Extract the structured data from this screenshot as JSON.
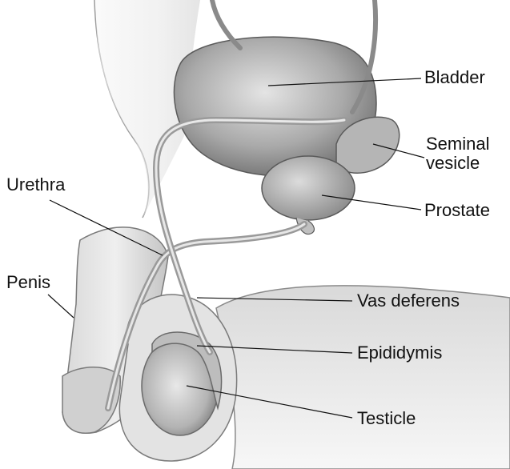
{
  "labels": {
    "bladder": "Bladder",
    "seminal_vesicle_line1": "Seminal",
    "seminal_vesicle_line2": "vesicle",
    "prostate": "Prostate",
    "urethra": "Urethra",
    "penis": "Penis",
    "vas_deferens": "Vas deferens",
    "epididymis": "Epididymis",
    "testicle": "Testicle"
  },
  "colors": {
    "background": "#ffffff",
    "ink": "#111111",
    "organ_fill": "#c9c9c9",
    "organ_shade": "#8f8f8f",
    "body_fill": "#ededed"
  }
}
